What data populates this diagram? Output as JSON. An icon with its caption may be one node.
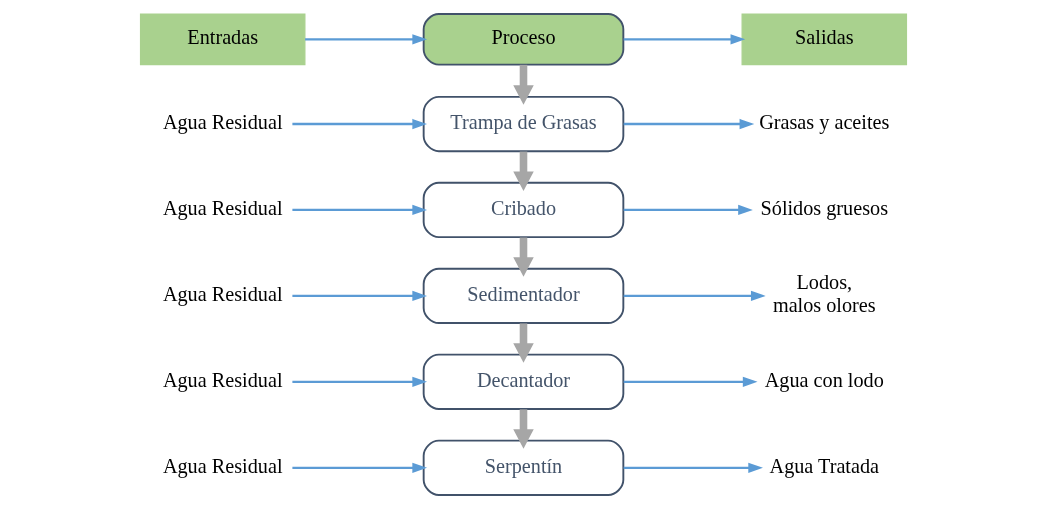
{
  "diagram": {
    "nodes": [
      {
        "text": [
          "Entradas"
        ]
      },
      {
        "text": [
          "Proceso"
        ]
      },
      {
        "text": [
          "Salidas"
        ]
      },
      {
        "text": [
          "Agua Residual"
        ]
      },
      {
        "text": [
          "Trampa de Grasas"
        ]
      },
      {
        "text": [
          "Grasas y aceites"
        ]
      },
      {
        "text": [
          "Agua Residual"
        ]
      },
      {
        "text": [
          "Cribado"
        ]
      },
      {
        "text": [
          "Sólidos gruesos"
        ]
      },
      {
        "text": [
          "Agua Residual"
        ]
      },
      {
        "text": [
          "Sedimentador"
        ]
      },
      {
        "text": [
          "Lodos, malos olores"
        ]
      },
      {
        "text": [
          "Agua Residual"
        ]
      },
      {
        "text": [
          "Decantador"
        ]
      },
      {
        "text": [
          "Agua con lodo"
        ]
      },
      {
        "text": [
          "Agua Residual"
        ]
      },
      {
        "text": [
          "Serpentín"
        ]
      },
      {
        "text": [
          "Agua Tratada"
        ]
      }
    ],
    "edges": [
      {
        "from": 0,
        "to": 1,
        "arrow": "to"
      },
      {
        "from": 1,
        "to": 2,
        "arrow": "to"
      },
      {
        "from": 3,
        "to": 4,
        "arrow": "to"
      },
      {
        "from": 4,
        "to": 5,
        "arrow": "to"
      },
      {
        "from": 6,
        "to": 7,
        "arrow": "to"
      },
      {
        "from": 7,
        "to": 8,
        "arrow": "to"
      },
      {
        "from": 9,
        "to": 10,
        "arrow": "to"
      },
      {
        "from": 10,
        "to": 11,
        "arrow": "to"
      },
      {
        "from": 12,
        "to": 13,
        "arrow": "to"
      },
      {
        "from": 13,
        "to": 14,
        "arrow": "to"
      },
      {
        "from": 15,
        "to": 16,
        "arrow": "to"
      },
      {
        "from": 16,
        "to": 17,
        "arrow": "to"
      },
      {
        "from": 1,
        "to": 4,
        "arrow": "to",
        "style": "thick",
        "color": "#a6a6a6"
      },
      {
        "from": 4,
        "to": 7,
        "arrow": "to",
        "style": "thick",
        "color": "#a6a6a6"
      },
      {
        "from": 7,
        "to": 10,
        "arrow": "to",
        "style": "thick",
        "color": "#a6a6a6"
      },
      {
        "from": 10,
        "to": 13,
        "arrow": "to",
        "style": "thick",
        "color": "#a6a6a6"
      },
      {
        "from": 13,
        "to": 16,
        "arrow": "to",
        "style": "thick",
        "color": "#a6a6a6"
      }
    ]
  }
}
